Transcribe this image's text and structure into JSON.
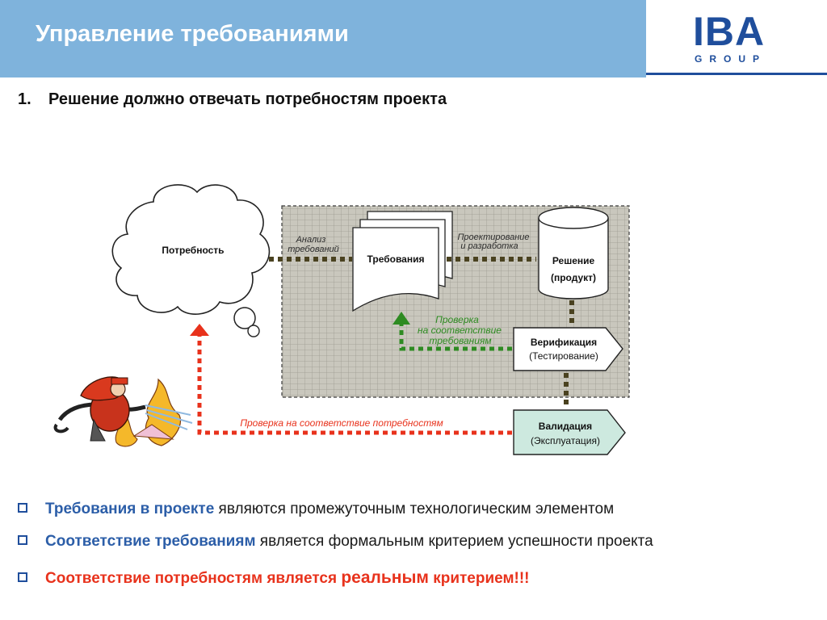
{
  "header": {
    "title": "Управление требованиями",
    "logo_main": "IBA",
    "logo_sub": "GROUP"
  },
  "heading": {
    "number": "1.",
    "text": "Решение должно отвечать потребностям проекта"
  },
  "diagram": {
    "need": "Потребность",
    "analysis_line1": "Анализ",
    "analysis_line2": "требований",
    "requirements": "Требования",
    "design_line1": "Проектирование",
    "design_line2": "и разработка",
    "solution_line1": "Решение",
    "solution_line2": "(продукт)",
    "check_req_line1": "Проверка",
    "check_req_line2": "на соответствие",
    "check_req_line3": "требованиям",
    "verification_line1": "Верификация",
    "verification_line2": "(Тестирование)",
    "check_need": "Проверка на соответствие потребностям",
    "validation_line1": "Валидация",
    "validation_line2": "(Эксплуатация)"
  },
  "bullets": [
    {
      "highlight": "Требования в проекте",
      "rest": " являются промежуточным технологическим элементом"
    },
    {
      "highlight": "Соответствие требованиям",
      "rest": " является формальным критерием успешности проекта"
    },
    {
      "highlight": "Соответствие потребностям является ",
      "emphasis": "реальным",
      "tail": " критерием!!!"
    }
  ],
  "colors": {
    "header_band": "#7fb3dc",
    "brand": "#1f4e9c",
    "red": "#e8321c",
    "green": "#2e8b22",
    "dark_dots": "#4a4220",
    "validation_fill": "#cde9df"
  }
}
